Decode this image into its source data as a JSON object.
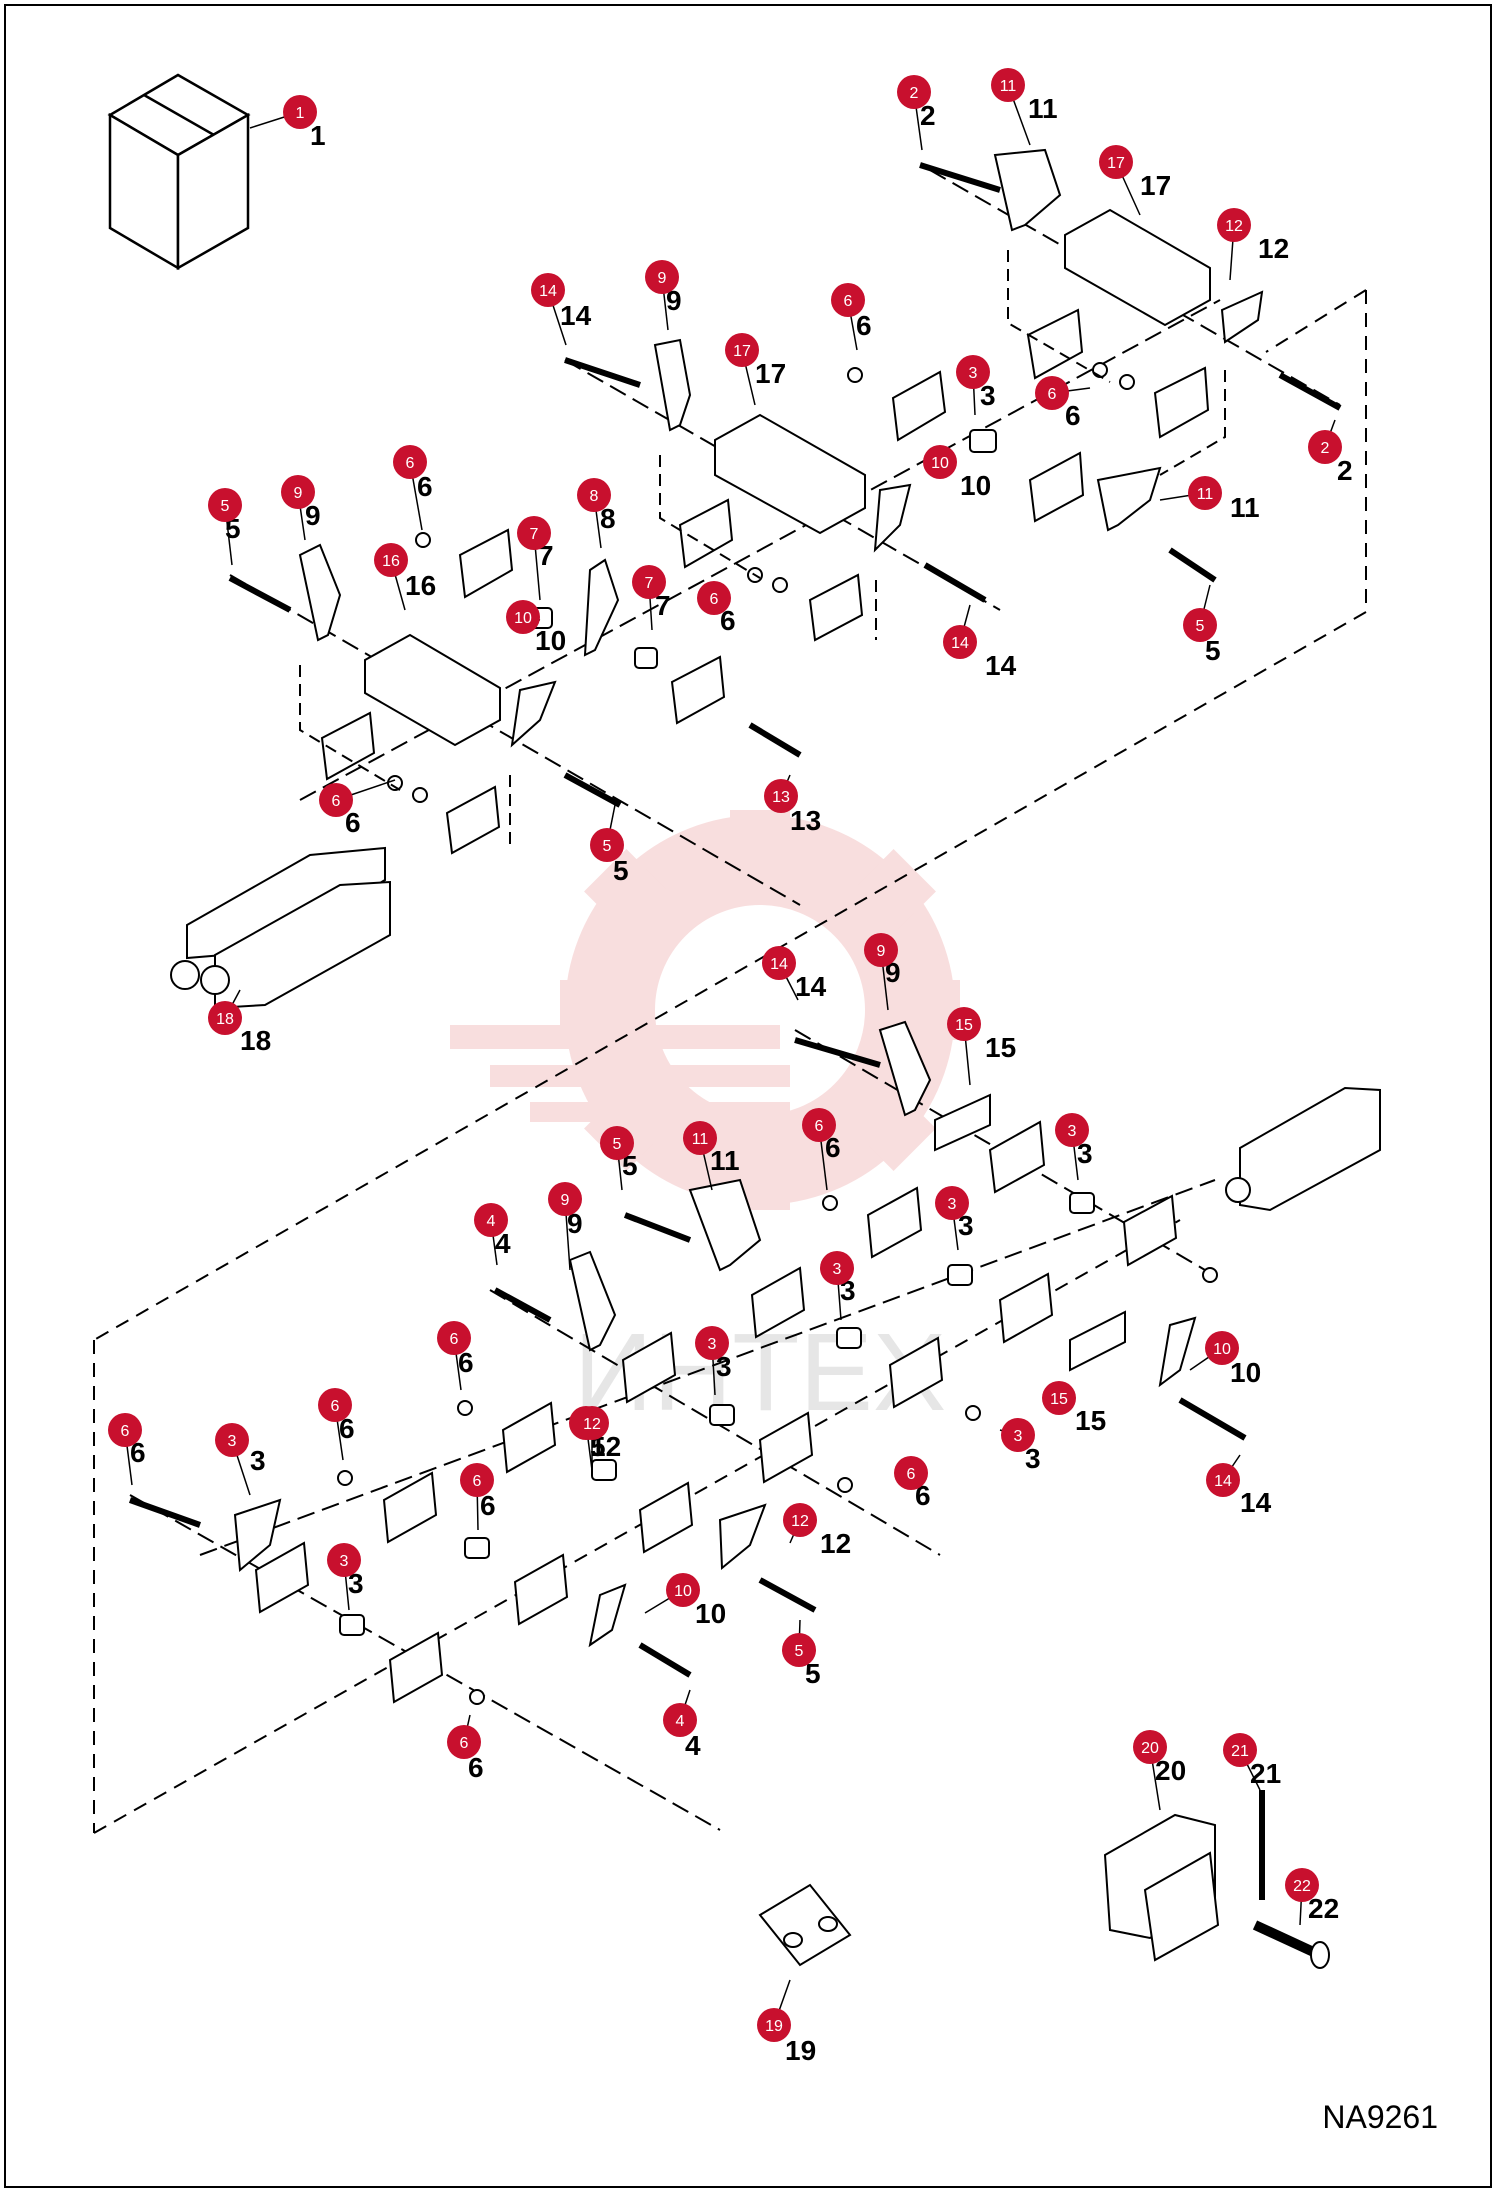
{
  "diagram_id": "NA9261",
  "watermark_text": "ИНТЕХ",
  "callouts": [
    {
      "number": "1",
      "printed": "1"
    },
    {
      "number": "2",
      "printed": "2"
    },
    {
      "number": "11",
      "printed": "11"
    },
    {
      "number": "17",
      "printed": "17"
    },
    {
      "number": "12",
      "printed": "12"
    },
    {
      "number": "14",
      "printed": "14"
    },
    {
      "number": "9",
      "printed": "9"
    },
    {
      "number": "17",
      "printed": "17"
    },
    {
      "number": "6",
      "printed": "6"
    },
    {
      "number": "3",
      "printed": "3"
    },
    {
      "number": "6",
      "printed": "6"
    },
    {
      "number": "2",
      "printed": "2"
    },
    {
      "number": "10",
      "printed": "10"
    },
    {
      "number": "11",
      "printed": "11"
    },
    {
      "number": "5",
      "printed": "5"
    },
    {
      "number": "9",
      "printed": "9"
    },
    {
      "number": "6",
      "printed": "6"
    },
    {
      "number": "8",
      "printed": "8"
    },
    {
      "number": "7",
      "printed": "7"
    },
    {
      "number": "16",
      "printed": "16"
    },
    {
      "number": "10",
      "printed": "10"
    },
    {
      "number": "7",
      "printed": "7"
    },
    {
      "number": "6",
      "printed": "6"
    },
    {
      "number": "14",
      "printed": "14"
    },
    {
      "number": "5",
      "printed": "5"
    },
    {
      "number": "6",
      "printed": "6"
    },
    {
      "number": "13",
      "printed": "13"
    },
    {
      "number": "5",
      "printed": "5"
    },
    {
      "number": "18",
      "printed": "18"
    },
    {
      "number": "14",
      "printed": "14"
    },
    {
      "number": "9",
      "printed": "9"
    },
    {
      "number": "15",
      "printed": "15"
    },
    {
      "number": "5",
      "printed": "5"
    },
    {
      "number": "11",
      "printed": "11"
    },
    {
      "number": "6",
      "printed": "6"
    },
    {
      "number": "3",
      "printed": "3"
    },
    {
      "number": "4",
      "printed": "4"
    },
    {
      "number": "9",
      "printed": "9"
    },
    {
      "number": "3",
      "printed": "3"
    },
    {
      "number": "3",
      "printed": "3"
    },
    {
      "number": "6",
      "printed": "6"
    },
    {
      "number": "6",
      "printed": "6"
    },
    {
      "number": "3",
      "printed": "3"
    },
    {
      "number": "10",
      "printed": "10"
    },
    {
      "number": "5",
      "printed": "5"
    },
    {
      "number": "12",
      "printed": "12"
    },
    {
      "number": "6",
      "printed": "6"
    },
    {
      "number": "3",
      "printed": "3"
    },
    {
      "number": "15",
      "printed": "15"
    },
    {
      "number": "6",
      "printed": "6"
    },
    {
      "number": "3",
      "printed": "3"
    },
    {
      "number": "6",
      "printed": "6"
    },
    {
      "number": "12",
      "printed": "12"
    },
    {
      "number": "14",
      "printed": "14"
    },
    {
      "number": "3",
      "printed": "3"
    },
    {
      "number": "10",
      "printed": "10"
    },
    {
      "number": "5",
      "printed": "5"
    },
    {
      "number": "4",
      "printed": "4"
    },
    {
      "number": "6",
      "printed": "6"
    },
    {
      "number": "20",
      "printed": "20"
    },
    {
      "number": "21",
      "printed": "21"
    },
    {
      "number": "22",
      "printed": "22"
    },
    {
      "number": "19",
      "printed": "19"
    }
  ],
  "colors": {
    "badge": "#c8102e",
    "line": "#000000",
    "watermark": "#f4c4c4"
  }
}
